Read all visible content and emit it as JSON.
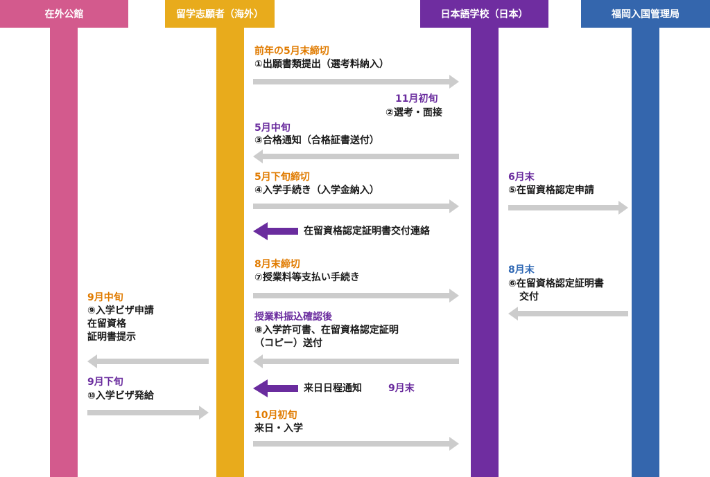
{
  "colors": {
    "embassy": "#d35a8d",
    "student": "#e8ab1c",
    "school": "#6f2da0",
    "immigration": "#3466ad",
    "arrow_gray": "#cccccc",
    "arrow_purple": "#6a2c9e",
    "date_orange": "#e07b00",
    "date_purple": "#6a2c9e",
    "date_blue": "#2f68b4"
  },
  "lanes": {
    "embassy": "在外公館",
    "student": "留学志願者（海外）",
    "school": "日本語学校（日本）",
    "immigration": "福岡入国管理局"
  },
  "steps": {
    "s1_date": "前年の5月末締切",
    "s1_text": "①出願書類提出（選考料納入）",
    "s2_date": "11月初旬",
    "s2_text": "②選考・面接",
    "s3_date": "5月中旬",
    "s3_text": "③合格通知（合格証書送付）",
    "s4_date": "5月下旬締切",
    "s4_text": "④入学手続き（入学金納入）",
    "s5_date": "6月末",
    "s5_text": "⑤在留資格認定申請",
    "notice1": "在留資格認定証明書交付連絡",
    "s7_date": "8月末締切",
    "s7_text": "⑦授業料等支払い手続き",
    "s6_date": "8月末",
    "s6_line1": "⑥在留資格認定証明書",
    "s6_line2": "交付",
    "s9_date": "9月中旬",
    "s9_line1": "⑨入学ビザ申請",
    "s9_line2": "在留資格",
    "s9_line3": "証明書提示",
    "s8_date": "授業料振込確認後",
    "s8_line1": "⑧入学許可書、在留資格認定証明",
    "s8_line2": "（コピー）送付",
    "s10_date": "9月下旬",
    "s10_text": "⑩入学ビザ発給",
    "notice2": "来日日程通知",
    "notice2_date": "9月末",
    "s11_date": "10月初旬",
    "s11_text": "来日・入学"
  }
}
